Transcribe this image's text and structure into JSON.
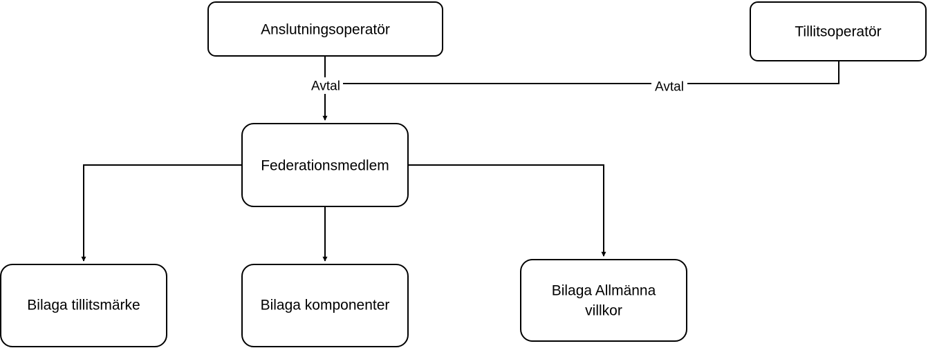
{
  "nodes": {
    "anslutningsoperator": "Anslutningsoperatör",
    "tillitsoperator": "Tillitsoperatör",
    "federationsmedlem": "Federationsmedlem",
    "bilaga_tillitsmarke": "Bilaga tillitsmärke",
    "bilaga_komponenter": "Bilaga komponenter",
    "bilaga_allmanna_villkor": {
      "line1": "Bilaga Allmänna",
      "line2": "villkor"
    }
  },
  "edges": {
    "avtal_anslutning": "Avtal",
    "avtal_tillit": "Avtal"
  }
}
